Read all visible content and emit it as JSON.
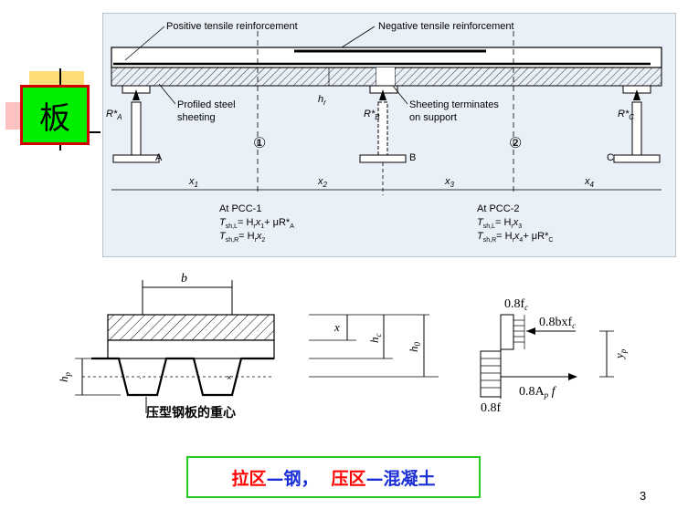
{
  "title_char": "板",
  "top_diagram": {
    "label_positive": "Positive tensile reinforcement",
    "label_negative": "Negative tensile reinforcement",
    "label_profiled_1": "Profiled steel",
    "label_profiled_2": "sheeting",
    "label_terminates_1": "Sheeting terminates",
    "label_terminates_2": "on support",
    "hr": "h",
    "hr_sub": "r",
    "reaction_a": "R*",
    "reaction_a_sub": "A",
    "reaction_b": "R*",
    "reaction_b_sub": "B",
    "reaction_c": "R*",
    "reaction_c_sub": "C",
    "support_a": "A",
    "support_b": "B",
    "support_c": "C",
    "pcc_1": "①",
    "pcc_2": "②",
    "x1": "x",
    "x1_sub": "1",
    "x2": "x",
    "x2_sub": "2",
    "x3": "x",
    "x3_sub": "3",
    "x4": "x",
    "x4_sub": "4",
    "at_pcc1": "At PCC-1",
    "at_pcc2": "At PCC-2",
    "eq1_l": "T",
    "eq1_l_sub": "sh,L",
    "eq1_l_rhs": "= H",
    "eq1_l_rhs2": "x",
    "eq1_l_rhs3": "+ μR*",
    "eq1_r": "T",
    "eq1_r_sub": "sh,R",
    "eq1_r_rhs": "= H",
    "eq1_r_rhs2": "x",
    "eq2_l": "T",
    "eq2_l_sub": "sh,L",
    "eq2_l_rhs": "= H",
    "eq2_l_rhs2": "x",
    "eq2_r": "T",
    "eq2_r_sub": "sh,R",
    "eq2_r_rhs": "= H",
    "eq2_r_rhs2": "x",
    "eq2_r_rhs3": "+ μR*",
    "r_sub": "r",
    "sub_1": "1",
    "sub_2": "2",
    "sub_3": "3",
    "sub_4": "4",
    "sub_a": "A",
    "sub_c": "C"
  },
  "section_diagram": {
    "b": "b",
    "x": "x",
    "hc": "h",
    "hc_sub": "c",
    "h0": "h",
    "h0_sub": "0",
    "hp": "h",
    "hp_sub": "p",
    "centroid_label": "压型钢板的重心",
    "fc_top": "0.8f",
    "fc_top_sub": "c",
    "force_c": "0.8bxf",
    "force_c_sub": "c",
    "yp": "y",
    "yp_sub": "p",
    "force_t": "0.8A",
    "force_t_sub": "p",
    "force_t_f": " f",
    "f_bottom": "0.8f"
  },
  "caption": {
    "part1": "拉区",
    "part2": "—钢，",
    "part3": "压区",
    "part4": "—混凝土"
  },
  "page_number": "3"
}
